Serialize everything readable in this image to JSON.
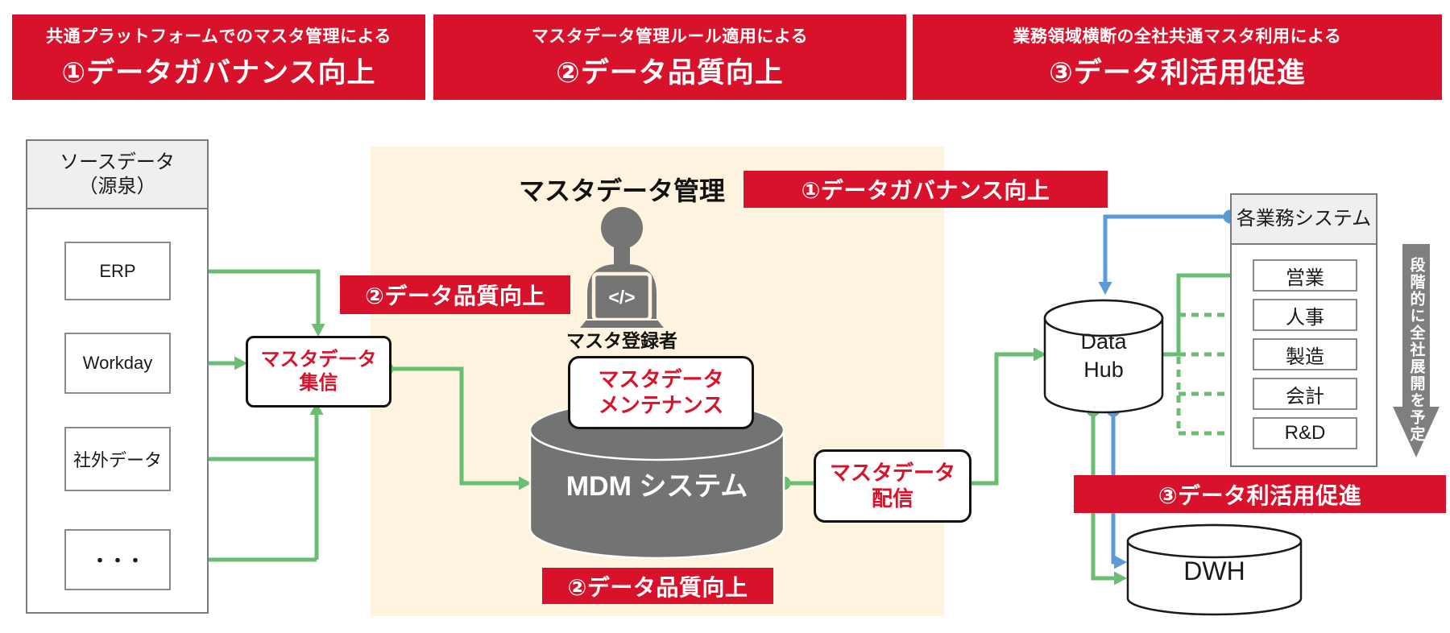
{
  "banners": [
    {
      "subtitle": "共通プラットフォームでのマスタ管理による",
      "title": "①データガバナンス向上"
    },
    {
      "subtitle": "マスタデータ管理ルール適用による",
      "title": "②データ品質向上"
    },
    {
      "subtitle": "業務領域横断の全社共通マスタ利用による",
      "title": "③データ利活用促進"
    }
  ],
  "source_panel": {
    "title_line1": "ソースデータ",
    "title_line2": "（源泉）",
    "items": [
      "ERP",
      "Workday",
      "社外データ",
      "・・・"
    ]
  },
  "mdm": {
    "area_title": "マスタデータ管理",
    "operator_label": "マスタ登録者",
    "code_glyph": "</>",
    "maintenance_line1": "マスタデータ",
    "maintenance_line2": "メンテナンス",
    "system_label": "MDM システム"
  },
  "collect": {
    "line1": "マスタデータ",
    "line2": "集信"
  },
  "distribute": {
    "line1": "マスタデータ",
    "line2": "配信"
  },
  "labels": {
    "governance": "①データガバナンス向上",
    "quality_upper": "②データ品質向上",
    "quality_lower": "②データ品質向上",
    "utilization": "③データ利活用促進"
  },
  "data_hub": {
    "line1": "Data",
    "line2": "Hub"
  },
  "dwh": {
    "label": "DWH"
  },
  "business_panel": {
    "title": "各業務システム",
    "items": [
      "営業",
      "人事",
      "製造",
      "会計",
      "R&D"
    ]
  },
  "rollout_note": "段階的に全社展開を予定",
  "colors": {
    "red": "#d8122b",
    "green": "#6abd73",
    "blue": "#5b9bd5",
    "beige": "#fdf3de",
    "cylinder_gray": "#737373",
    "panel_gray": "#efefef",
    "border_gray": "#7a7a7a",
    "arrow_gray": "#7f7f7f"
  }
}
